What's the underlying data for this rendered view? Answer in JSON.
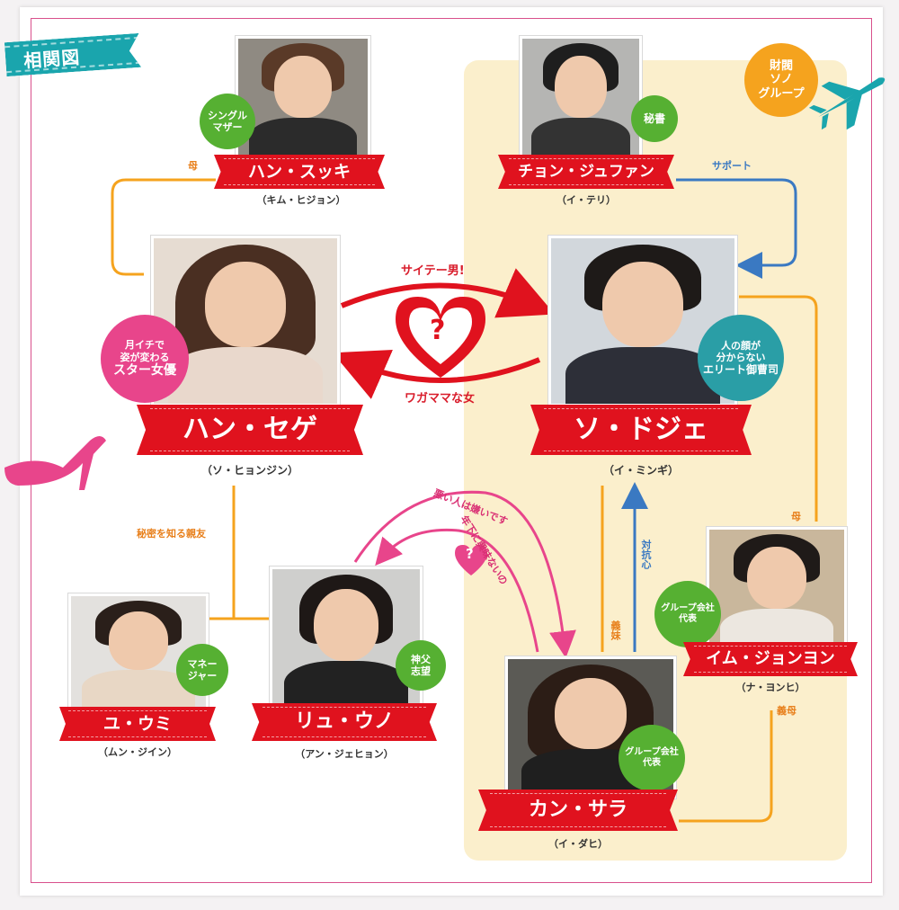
{
  "title": "相関図",
  "group": {
    "line1": "財閥",
    "line2": "ソノ",
    "line3": "グループ"
  },
  "characters": {
    "sukki": {
      "name": "ハン・スッキ",
      "actor": "（キム・ヒジョン）",
      "tag1": "シングル",
      "tag2": "マザー"
    },
    "jufan": {
      "name": "チョン・ジュファン",
      "actor": "（イ・テリ）",
      "tag1": "秘書"
    },
    "sege": {
      "name": "ハン・セゲ",
      "actor": "（ソ・ヒョンジン）",
      "tag1": "月イチで",
      "tag2": "姿が変わる",
      "tag3": "スター女優"
    },
    "doje": {
      "name": "ソ・ドジェ",
      "actor": "（イ・ミンギ）",
      "tag1": "人の顔が",
      "tag2": "分からない",
      "tag3": "エリート御曹司"
    },
    "umi": {
      "name": "ユ・ウミ",
      "actor": "（ムン・ジイン）",
      "tag1": "マネー",
      "tag2": "ジャー"
    },
    "uno": {
      "name": "リュ・ウノ",
      "actor": "（アン・ジェヒョン）",
      "tag1": "神父",
      "tag2": "志望"
    },
    "jonyon": {
      "name": "イム・ジョンヨン",
      "actor": "（ナ・ヨンヒ）",
      "tag1": "グループ会社",
      "tag2": "代表"
    },
    "sara": {
      "name": "カン・サラ",
      "actor": "（イ・ダヒ）",
      "tag1": "グループ会社",
      "tag2": "代表"
    }
  },
  "relations": {
    "mother1": "母",
    "support": "サポート",
    "saitei": "サイテー男!",
    "wagamama": "ワガママな女",
    "himitsu": "秘密を知る親友",
    "warui": "悪い人は嫌いです",
    "toshishita": "年下に興味ないの",
    "taikoushin": "対抗心",
    "gimai": "義妹",
    "mother2": "母",
    "gibo": "義母",
    "question": "?"
  },
  "colors": {
    "red": "#e0121e",
    "orange": "#f5a31e",
    "blue": "#3a79c2",
    "pink": "#e8458b",
    "teal": "#1aa5ad",
    "green": "#56b032"
  }
}
